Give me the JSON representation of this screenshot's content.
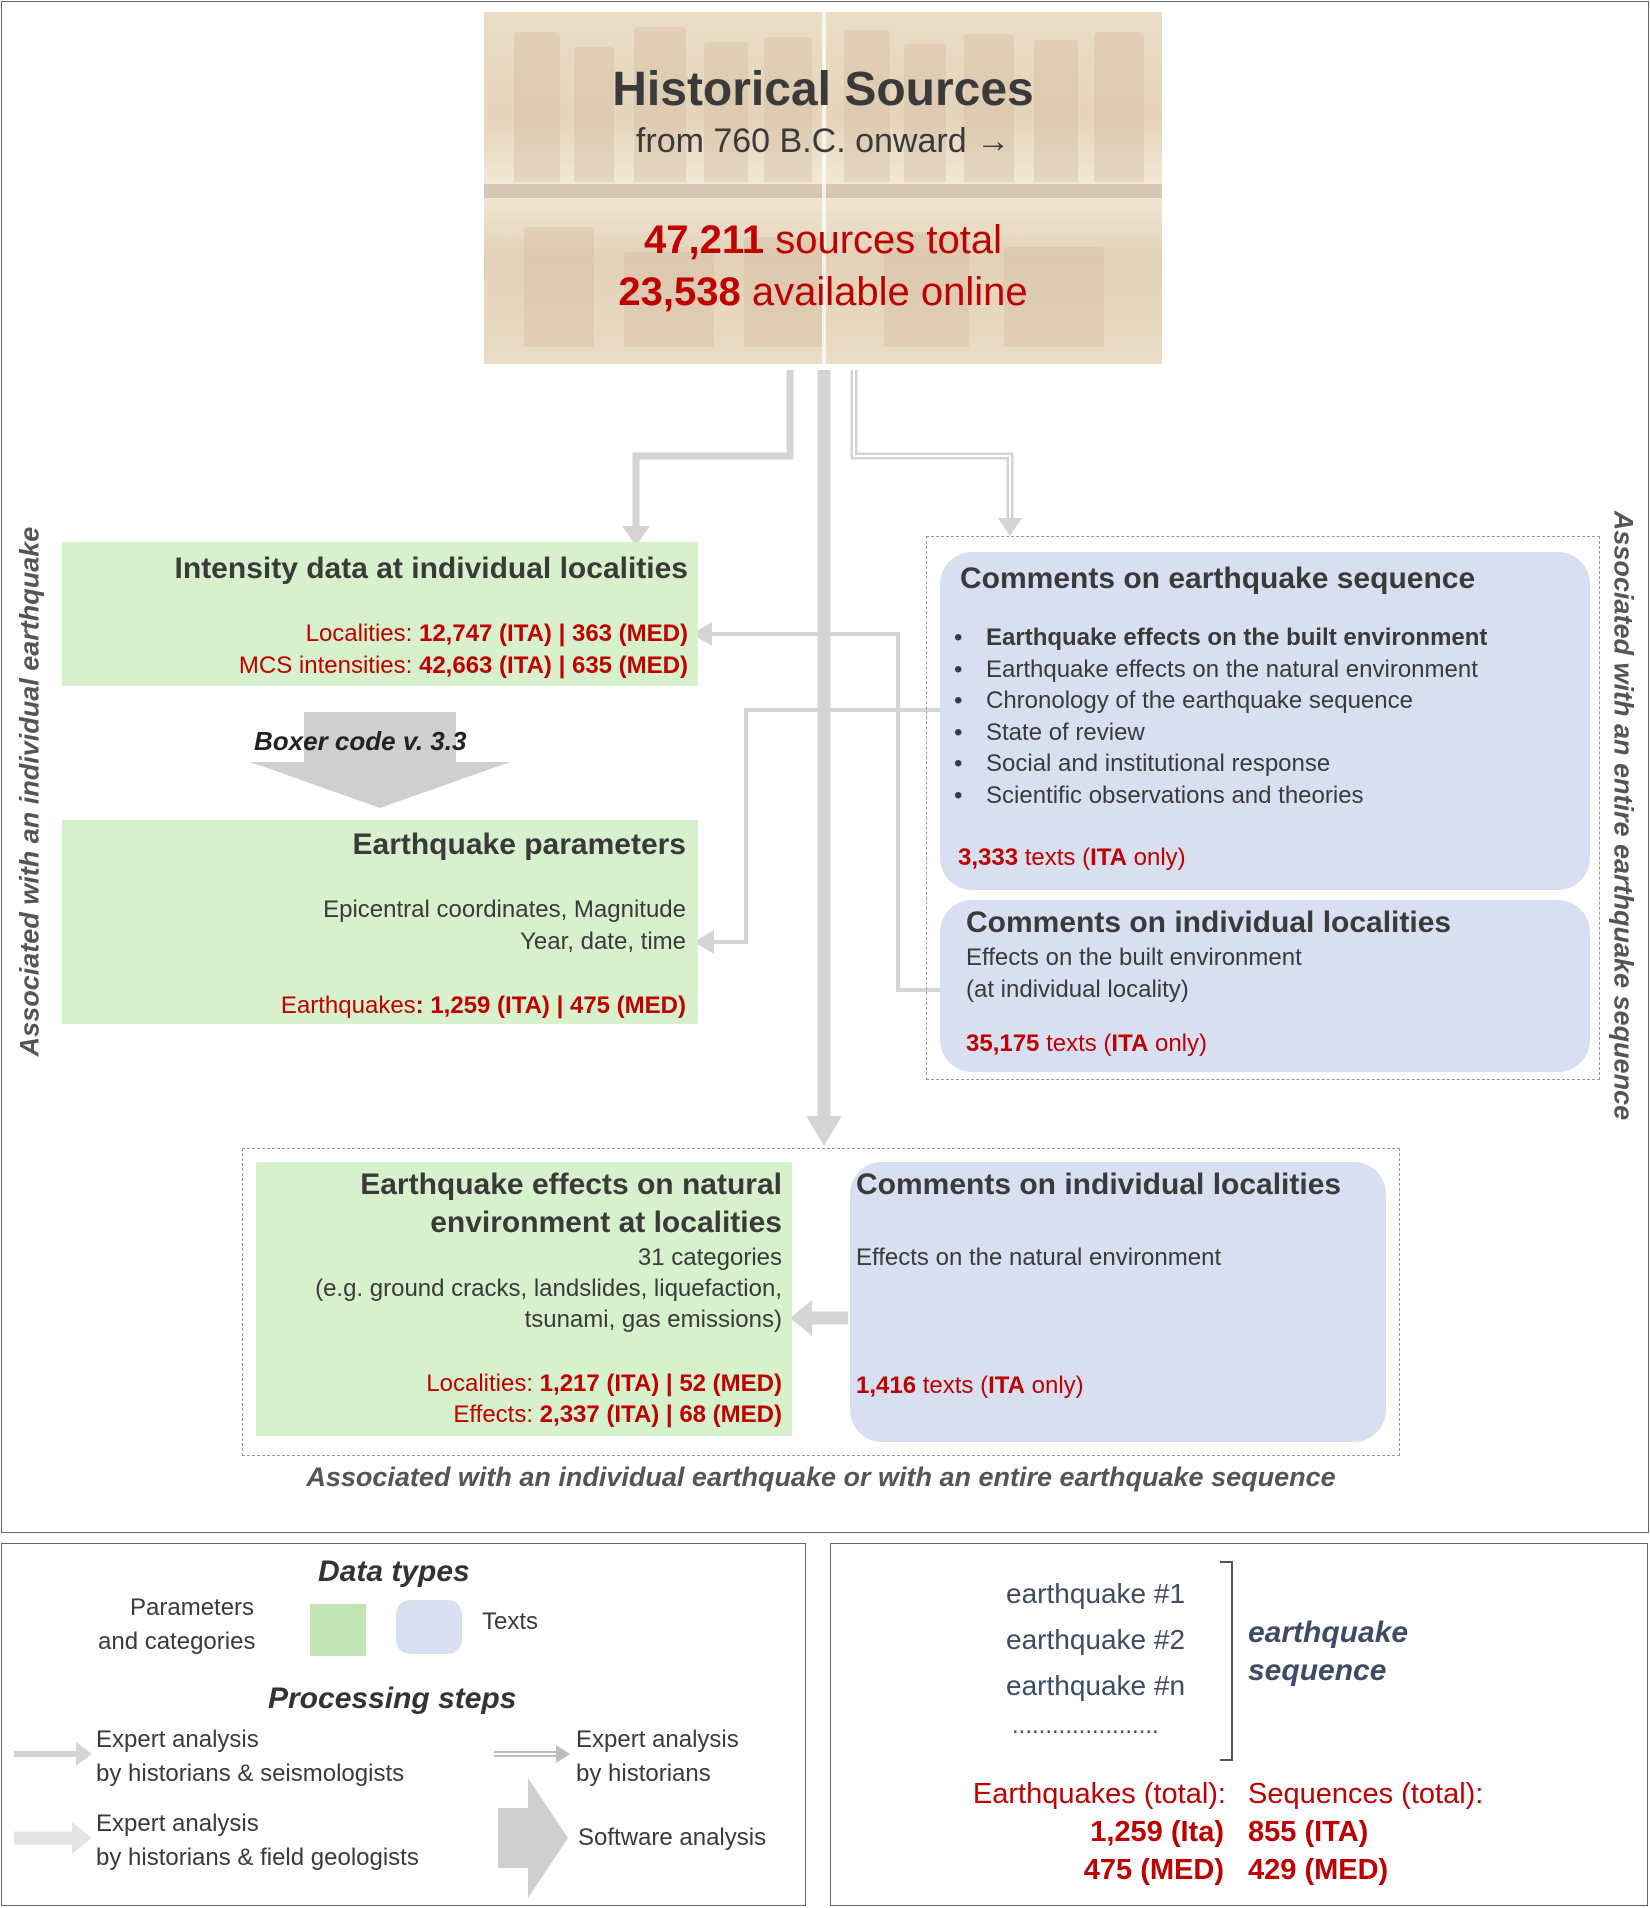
{
  "hero": {
    "title": "Historical Sources",
    "subtitle": "from 760 B.C. onward →",
    "total_num": "47,211",
    "total_text": " sources total",
    "online_num": "23,538",
    "online_text": " available online"
  },
  "side_labels": {
    "left": "Associated with an individual earthquake",
    "right": "Associated with an entire earthquake sequence",
    "bottom": "Associated with an individual earthquake or with an entire earthquake sequence"
  },
  "intensity": {
    "title": "Intensity data at individual localities",
    "localities_label": "Localities: ",
    "localities_value": "12,747 (ITA)  | 363 (MED)",
    "mcs_label": "MCS intensities: ",
    "mcs_value": "42,663 (ITA)  | 635 (MED)"
  },
  "boxer": "Boxer code v. 3.3",
  "parameters": {
    "title": "Earthquake parameters",
    "line1": "Epicentral coordinates, Magnitude",
    "line2": "Year, date, time",
    "eq_label": "Earthquakes",
    "eq_value": ": 1,259 (ITA) | 475 (MED)"
  },
  "comments_sequence": {
    "title": "Comments on earthquake sequence",
    "bullets": [
      "Earthquake effects on the built environment",
      "Earthquake effects on the natural environment",
      "Chronology of the earthquake sequence",
      "State of review",
      "Social and institutional response",
      "Scientific observations and theories"
    ],
    "count_num": "3,333",
    "count_text1": " texts (",
    "count_bold": "ITA",
    "count_text2": " only)"
  },
  "comments_localities_built": {
    "title": "Comments on individual localities",
    "line1": "Effects on the built environment",
    "line2": "(at individual locality)",
    "count_num": "35,175",
    "count_text1": " texts (",
    "count_bold": "ITA",
    "count_text2": "  only)"
  },
  "natural_effects": {
    "title1": "Earthquake effects on natural",
    "title2": "environment at localities",
    "line1": "31 categories",
    "line2": "(e.g. ground cracks, landslides, liquefaction,",
    "line3": "tsunami, gas emissions)",
    "loc_label": "Localities: ",
    "loc_value": "1,217 (ITA)  |  52 (MED)",
    "eff_label": "Effects: ",
    "eff_value": "2,337 (ITA)  |  68 (MED)"
  },
  "comments_localities_natural": {
    "title": "Comments on individual localities",
    "line1": "Effects on the natural environment",
    "count_num": "1,416",
    "count_text1": " texts (",
    "count_bold": "ITA",
    "count_text2": " only)"
  },
  "legend": {
    "data_types": "Data types",
    "params_line1": "Parameters",
    "params_line2": "and categories",
    "texts": "Texts",
    "processing": "Processing steps",
    "step1_line1": "Expert analysis",
    "step1_line2": "by historians & seismologists",
    "step2_line1": "Expert analysis",
    "step2_line2": "by historians",
    "step3_line1": "Expert analysis",
    "step3_line2": "by historians & field geologists",
    "step4": "Software analysis"
  },
  "sequence_box": {
    "eq1": "earthquake #1",
    "eq2": "earthquake #2",
    "eqn": "earthquake #n",
    "dots": "......................",
    "label1": "earthquake",
    "label2": "sequence",
    "eq_total_label": "Earthquakes (total):",
    "eq_total_ita": "1,259 (Ita)",
    "eq_total_med": "475 (MED)",
    "seq_total_label": "Sequences (total):",
    "seq_total_ita": "855 (ITA)",
    "seq_total_med": "429 (MED)"
  },
  "colors": {
    "green_box": "#d6f1cc",
    "blue_box": "#d8dff0",
    "number_red": "#c00000",
    "arrow_grey": "#d4d4d4"
  }
}
